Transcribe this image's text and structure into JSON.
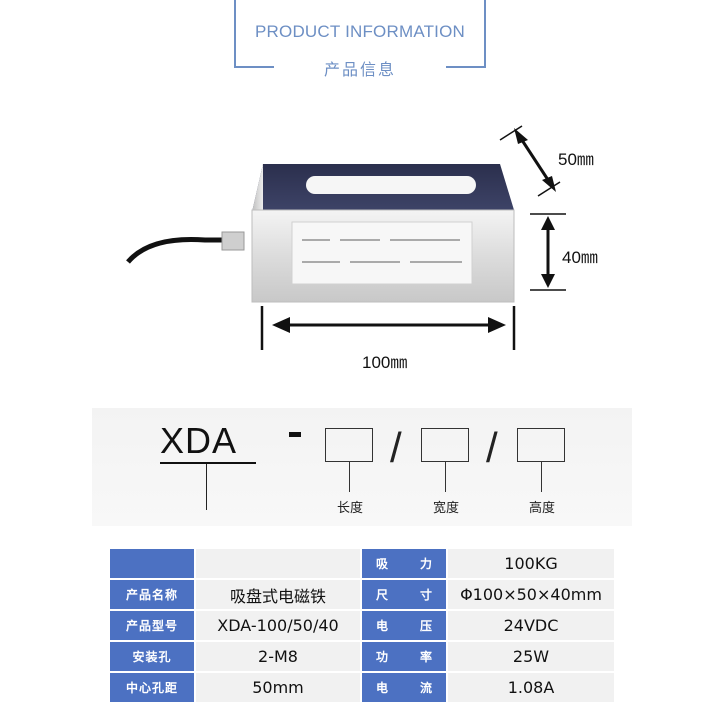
{
  "header": {
    "title_en": "PRODUCT INFORMATION",
    "title_zh": "产品信息"
  },
  "dimensions": {
    "depth": "50㎜",
    "height": "40㎜",
    "length": "100㎜"
  },
  "model_code": {
    "prefix": "XDA",
    "separator": "/",
    "labels": [
      "长度",
      "宽度",
      "高度"
    ]
  },
  "spec_table": {
    "rows": [
      {
        "label": "",
        "value": "",
        "label2": "吸力",
        "value2": "100KG"
      },
      {
        "label": "产品名称",
        "value": "吸盘式电磁铁",
        "label2": "尺寸",
        "value2": "Φ100×50×40mm"
      },
      {
        "label": "产品型号",
        "value": "XDA-100/50/40",
        "label2": "电压",
        "value2": "24VDC"
      },
      {
        "label": "安装孔",
        "value": "2-M8",
        "label2": "功率",
        "value2": "25W"
      },
      {
        "label": "中心孔距",
        "value": "50mm",
        "label2": "电流",
        "value2": "1.08A"
      }
    ]
  },
  "colors": {
    "accent": "#6d8fc4",
    "table_header": "#4c71c2",
    "table_cell": "#f1f1f1"
  }
}
